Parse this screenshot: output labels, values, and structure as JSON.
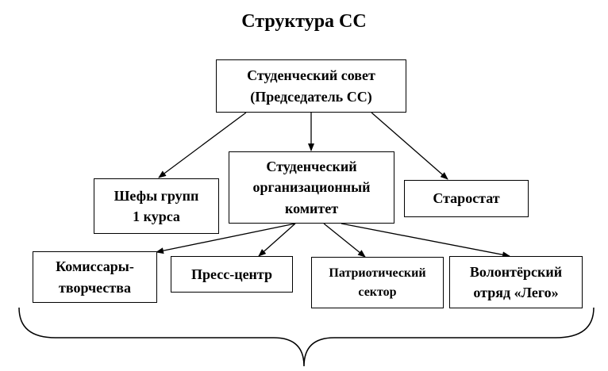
{
  "diagram": {
    "title": "Структура СС",
    "nodes": {
      "council": "Студенческий совет\n(Председатель СС)",
      "curators": "Шефы групп\n1 курса",
      "committee": "Студенческий\nорганизационный\nкомитет",
      "starostat": "Старостат",
      "commissars": "Комиссары-\nтворчества",
      "press": "Пресс-центр",
      "patriotic": "Патриотический\nсектор",
      "volunteer": "Волонтёрский\nотряд «Лего»"
    }
  }
}
